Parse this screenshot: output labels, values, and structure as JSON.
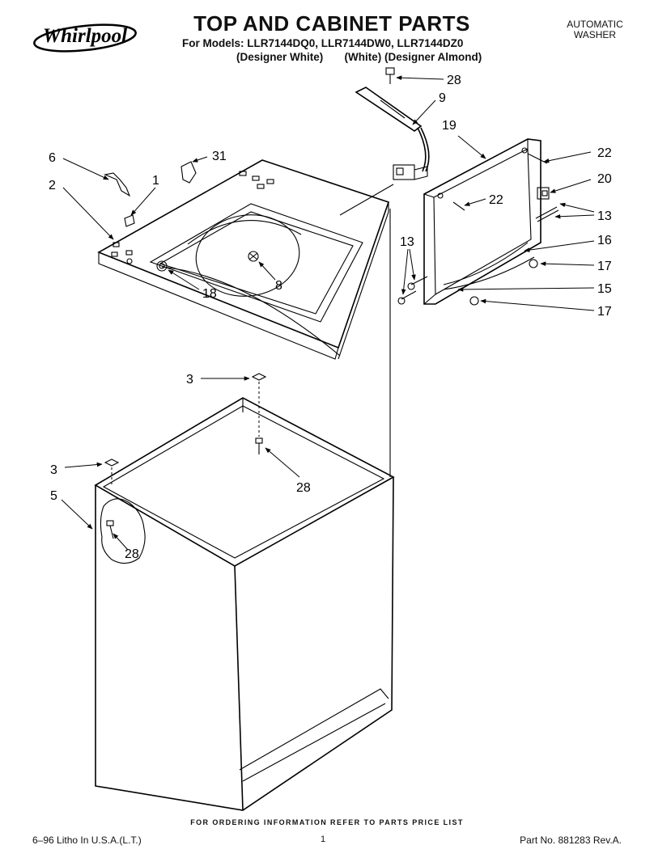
{
  "brand": {
    "name": "Whirlpool",
    "logo_icon": "whirlpool-logo-icon"
  },
  "header": {
    "title": "TOP AND CABINET PARTS",
    "models": "For Models: LLR7144DQ0,  LLR7144DW0, LLR7144DZ0",
    "variants": "(Designer White)       (White) (Designer Almond)",
    "product_type_line1": "AUTOMATIC",
    "product_type_line2": "WASHER"
  },
  "callouts": [
    "28",
    "9",
    "19",
    "22",
    "20",
    "13",
    "16",
    "17",
    "15",
    "17",
    "22",
    "13",
    "6",
    "31",
    "1",
    "2",
    "8",
    "18",
    "3",
    "28",
    "3",
    "5",
    "28"
  ],
  "footer": {
    "ordering_info": "FOR ORDERING INFORMATION REFER TO PARTS PRICE LIST",
    "litho": "6–96 Litho In U.S.A.(L.T.)",
    "page_number": "1",
    "part_number": "Part No. 881283 Rev.A."
  }
}
